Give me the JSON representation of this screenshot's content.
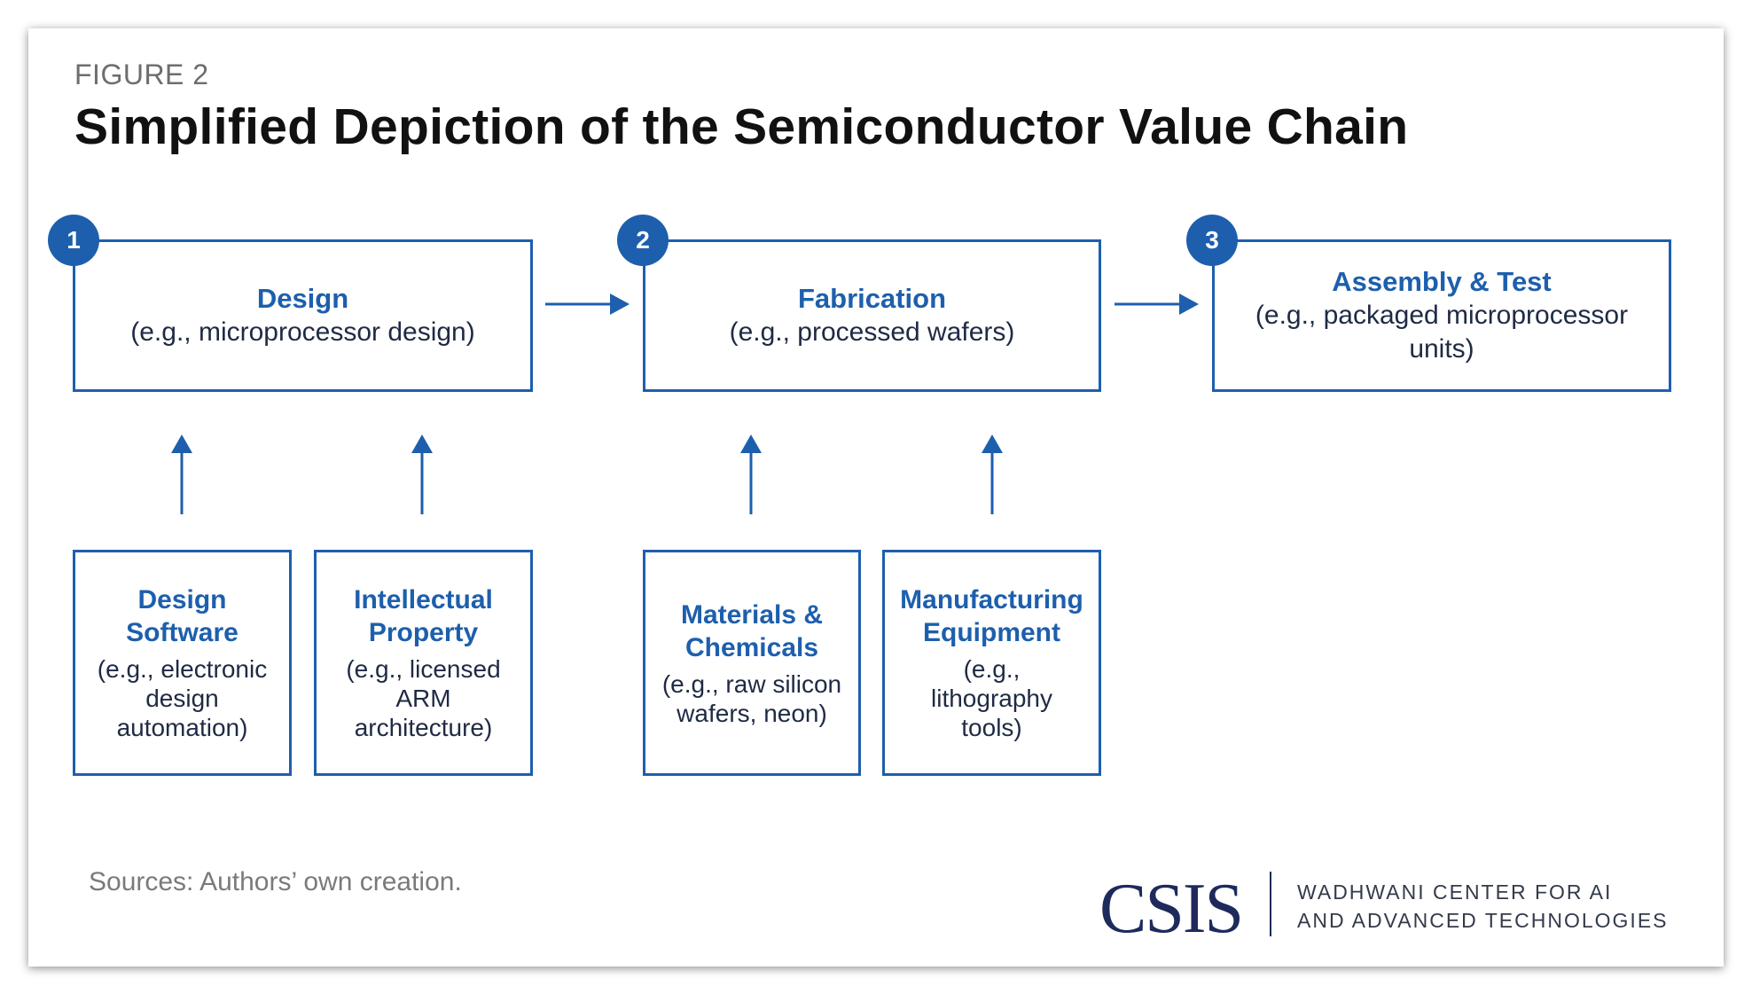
{
  "figure_label": "FIGURE 2",
  "title": "Simplified Depiction of the Semiconductor Value Chain",
  "colors": {
    "accent": "#1d5fad",
    "text": "#1f2a44",
    "logo": "#1e2a5c"
  },
  "stages": [
    {
      "number": "1",
      "title": "Design",
      "desc": "(e.g., microprocessor design)"
    },
    {
      "number": "2",
      "title": "Fabrication",
      "desc": "(e.g., processed wafers)"
    },
    {
      "number": "3",
      "title": "Assembly & Test",
      "desc": "(e.g., packaged microprocessor units)"
    }
  ],
  "inputs": [
    {
      "title": "Design Software",
      "desc": "(e.g., electronic design automation)"
    },
    {
      "title": "Intellectual Property",
      "desc": "(e.g., licensed ARM architecture)"
    },
    {
      "title": "Materials & Chemicals",
      "desc": "(e.g., raw silicon wafers, neon)"
    },
    {
      "title": "Manufacturing Equipment",
      "desc": "(e.g., lithography tools)"
    }
  ],
  "sources": "Sources: Authors’ own creation.",
  "logo": {
    "name": "CSIS",
    "org_line1": "WADHWANI CENTER FOR AI",
    "org_line2": "AND ADVANCED TECHNOLOGIES"
  }
}
